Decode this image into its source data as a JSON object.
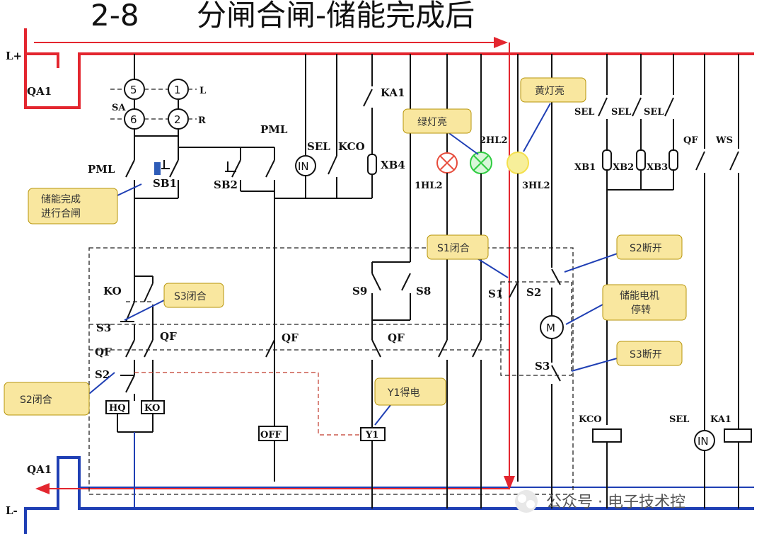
{
  "title": {
    "number": "2-8",
    "text": "分闸合闸-储能完成后"
  },
  "bus": {
    "positive": "L+",
    "negative": "L-",
    "breaker": "QA1"
  },
  "sa_switch": {
    "label": "SA",
    "contacts": [
      "5",
      "1",
      "6",
      "2"
    ],
    "left_label": "L",
    "right_label": "R"
  },
  "labels": {
    "pml_left": "PML",
    "pml_right": "PML",
    "sb1": "SB1",
    "sb2": "SB2",
    "sel": "SEL",
    "kco": "KCO",
    "in": "IN",
    "xb4": "XB4",
    "ka1": "KA1",
    "hl1": "1HL2",
    "hl2": "2HL2",
    "hl3": "3HL2",
    "sel_a": "SEL",
    "sel_b": "SEL",
    "sel_c": "SEL",
    "qf_top": "QF",
    "ws": "WS",
    "xb1": "XB1",
    "xb2": "XB2",
    "xb3": "XB3",
    "ko_left": "KO",
    "s3_left": "S3",
    "qf_left": "QF",
    "s2_left": "S2",
    "qf_mid_a": "QF",
    "qf_mid_b": "QF",
    "qf_mid_c": "QF",
    "s9": "S9",
    "s8": "S8",
    "s1": "S1",
    "s2_right": "S2",
    "s3_right": "S3",
    "motor": "M",
    "coil_hq": "HQ",
    "coil_ko": "KO",
    "coil_off": "OFF",
    "coil_y1": "Y1",
    "coil_kco": "KCO",
    "sel_bottom": "SEL",
    "in_bottom": "IN",
    "ka1_bottom": "KA1"
  },
  "callouts": {
    "store_done": "储能完成\n进行合闸",
    "s3_closed": "S3闭合",
    "s2_closed": "S2闭合",
    "green_lamp": "绿灯亮",
    "yellow_lamp": "黄灯亮",
    "s1_closed": "S1闭合",
    "s2_open": "S2断开",
    "motor_stop": "储能电机\n停转",
    "s3_open": "S3断开",
    "y1_energized": "Y1得电"
  },
  "watermark": "公众号 · 电子技术控",
  "colors": {
    "positive_bus": "#e3262f",
    "negative_bus": "#1f3fb4",
    "current_path": "#e3262f",
    "green_lamp": "#2ecc40",
    "red_lamp": "#e74c3c",
    "yellow_lamp": "#f4e04d",
    "button": "#2e5cb8"
  }
}
